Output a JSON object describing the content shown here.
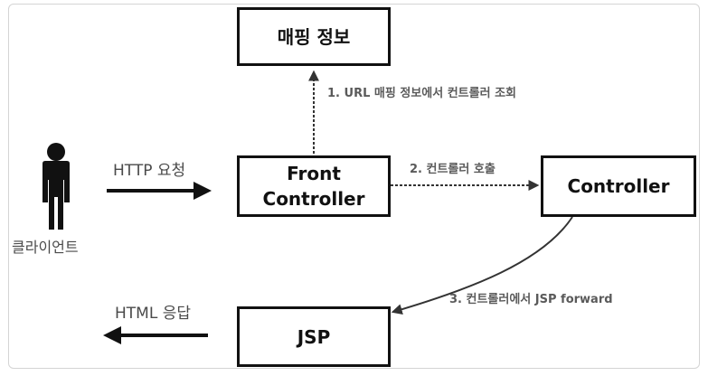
{
  "boxes": {
    "mapping": "매핑 정보",
    "front_controller": [
      "Front",
      "Controller"
    ],
    "controller": "Controller",
    "jsp": "JSP"
  },
  "labels": {
    "client": "클라이언트",
    "http_request": "HTTP 요청",
    "html_response": "HTML 응답",
    "step1": "1. URL 매핑 정보에서 컨트롤러 조회",
    "step2": "2. 컨트롤러 호출",
    "step3": "3. 컨트롤러에서 JSP forward"
  },
  "icons": {
    "client": "person-icon"
  }
}
